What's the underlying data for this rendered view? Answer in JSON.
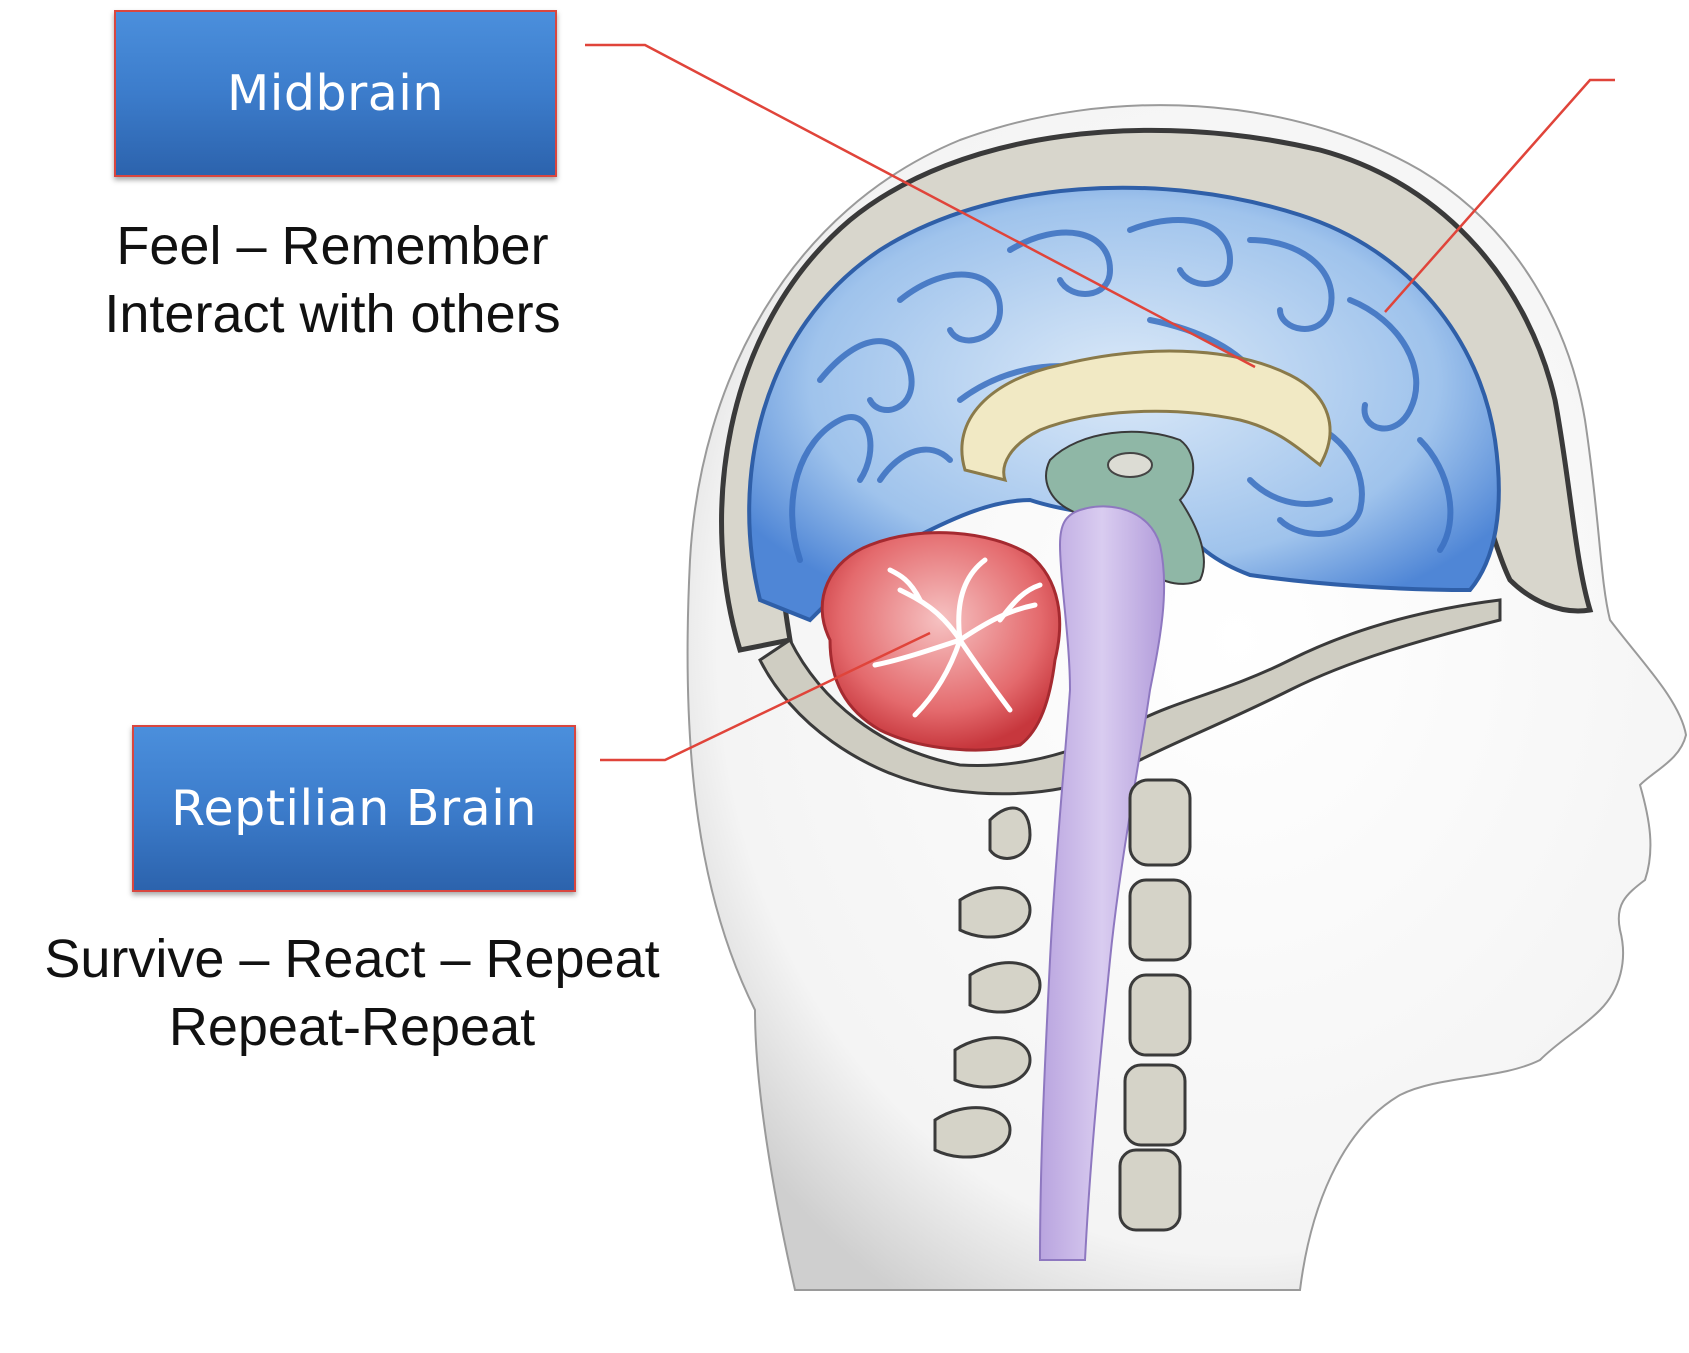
{
  "labels": {
    "midbrain": {
      "title": "Midbrain",
      "lines": [
        "Feel – Remember",
        "Interact with others"
      ]
    },
    "reptilian": {
      "title": "Reptilian Brain",
      "lines": [
        "Survive – React – Repeat",
        "Repeat-Repeat"
      ]
    }
  },
  "colors": {
    "box_fill": "#3c7ccb",
    "box_border": "#d9463f",
    "leader_line": "#e0443a",
    "cerebrum": "#8fb8e8",
    "cerebellum": "#e2555a",
    "brainstem": "#c6b3e6",
    "corpus_callosum": "#f1e9c4",
    "skull": "#cfcfc7"
  }
}
